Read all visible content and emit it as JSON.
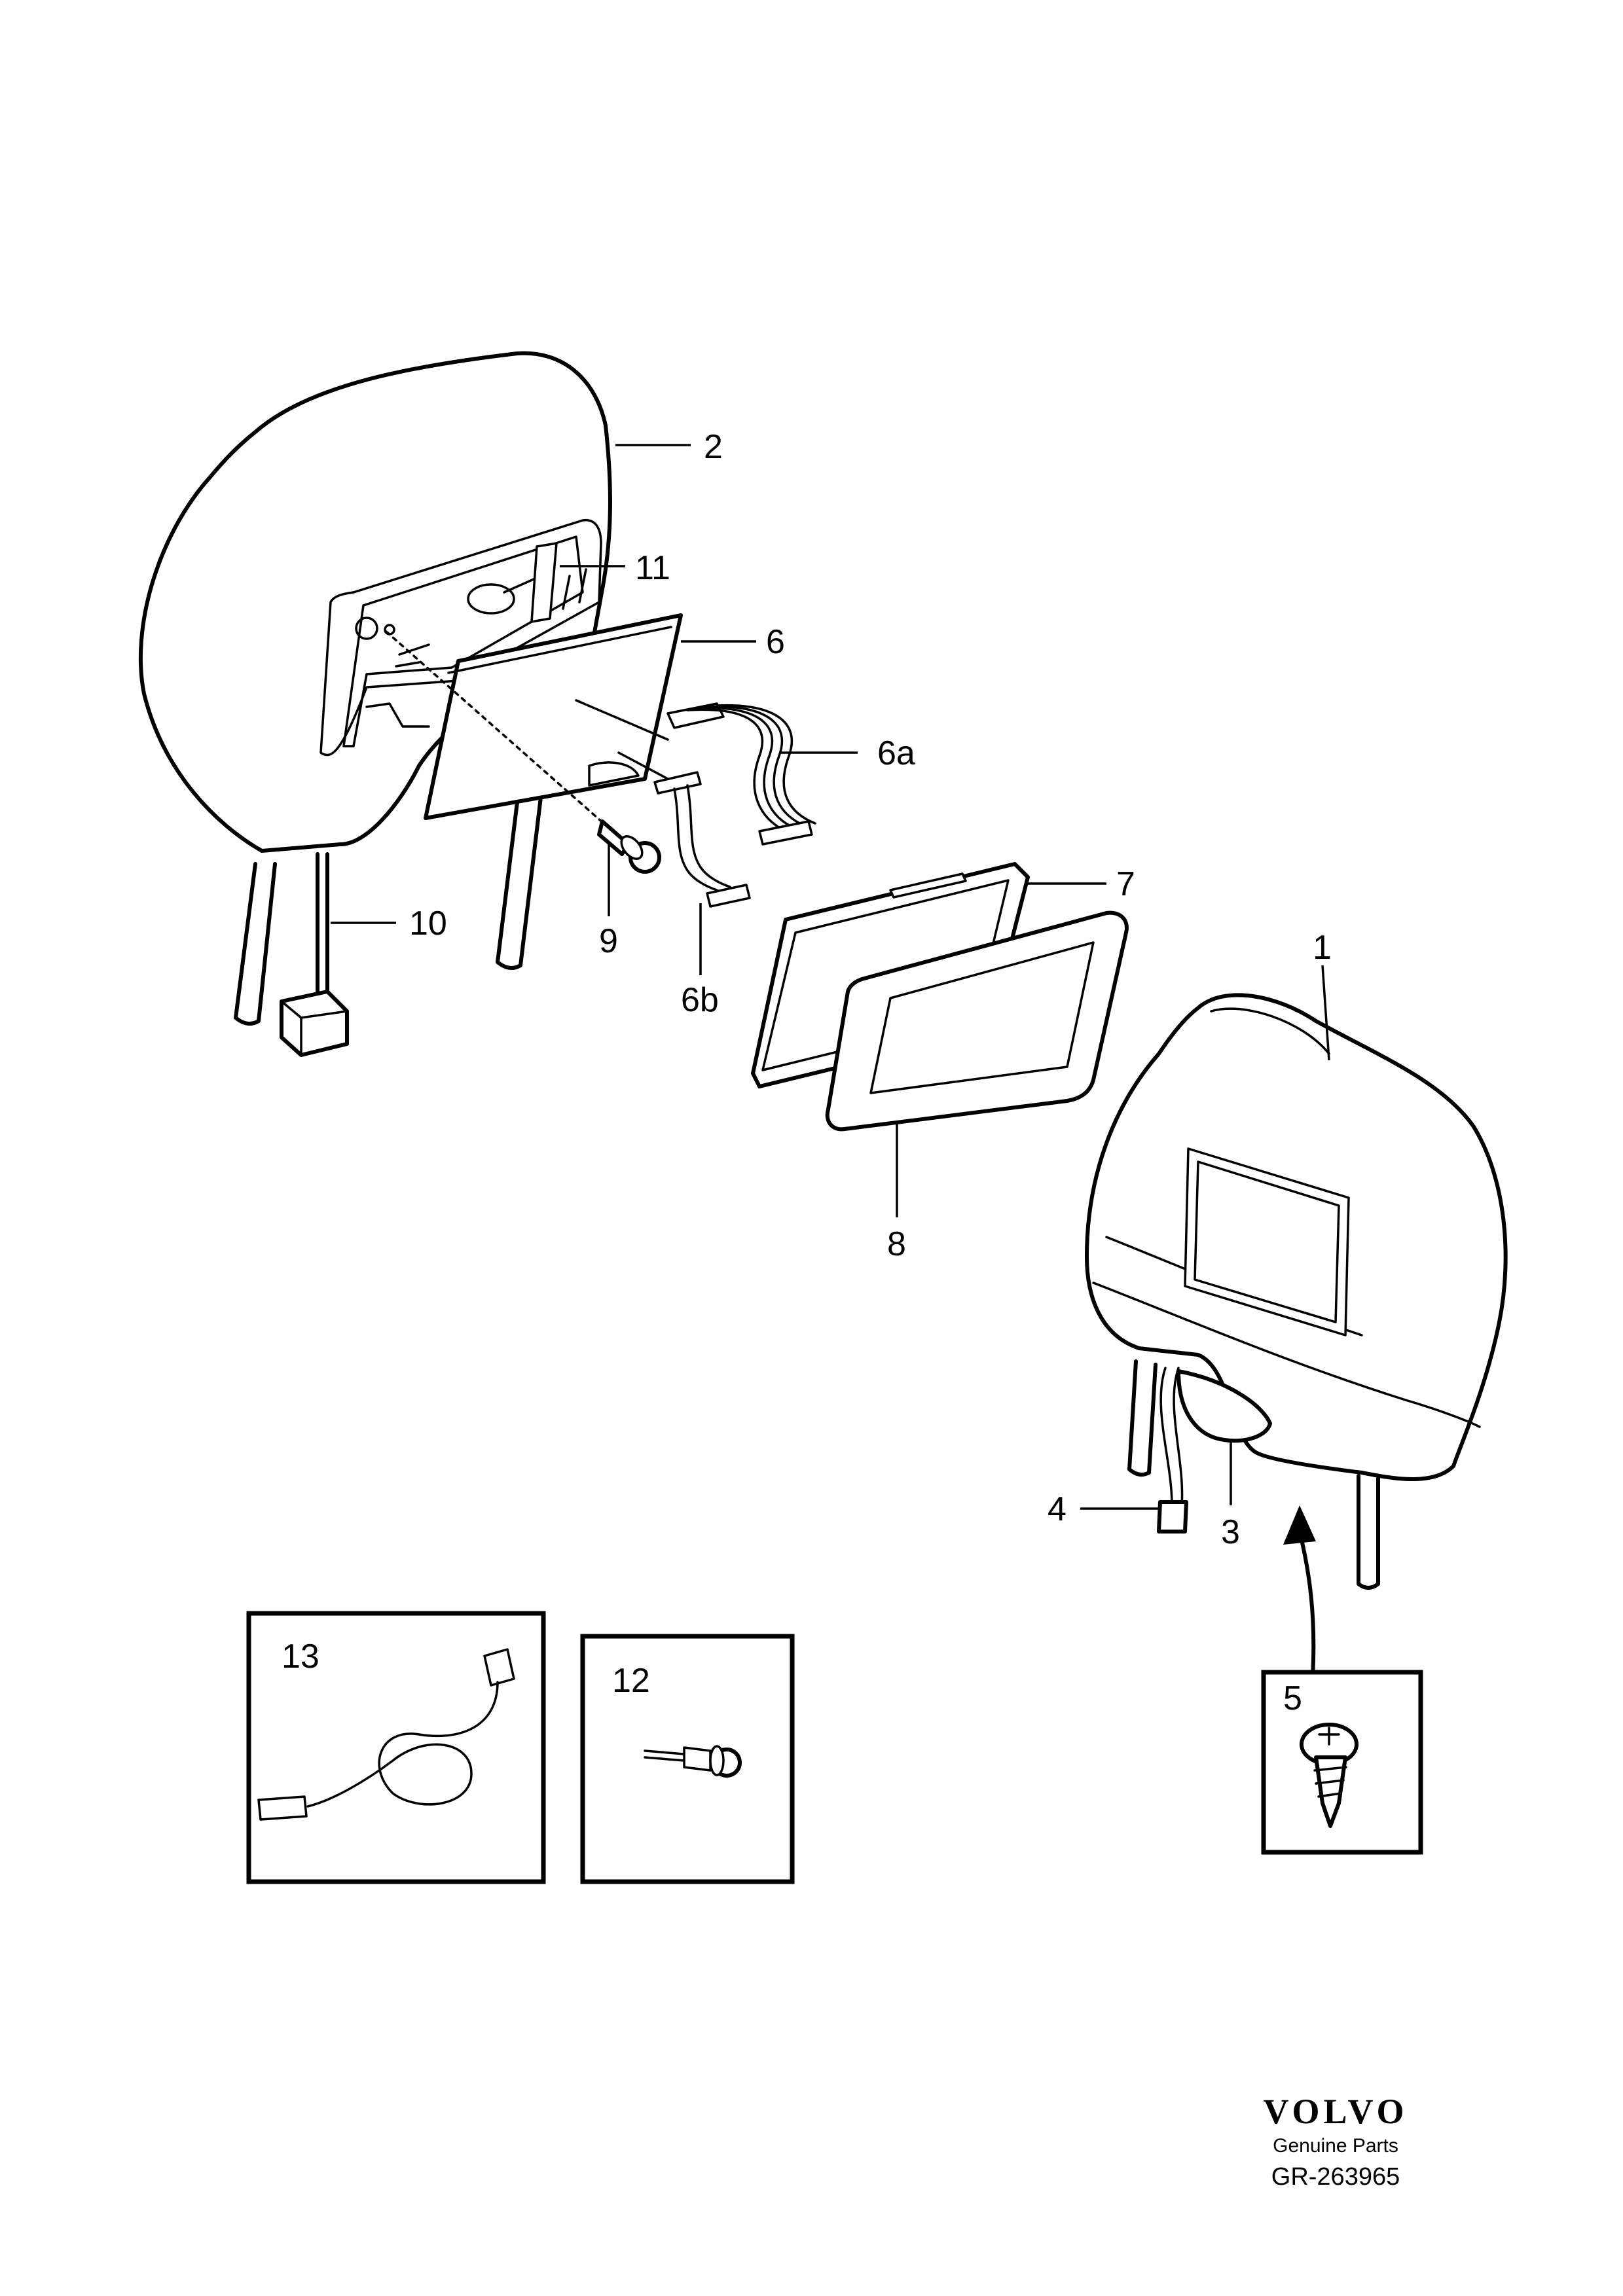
{
  "labels": {
    "l1": "1",
    "l2": "2",
    "l3": "3",
    "l4": "4",
    "l5": "5",
    "l6": "6",
    "l6a": "6a",
    "l6b": "6b",
    "l7": "7",
    "l8": "8",
    "l9": "9",
    "l10": "10",
    "l11": "11",
    "l12": "12",
    "l13": "13"
  },
  "footer": {
    "brand": "VOLVO",
    "subtitle": "Genuine Parts",
    "drawing_number": "GR-263965"
  },
  "colors": {
    "line": "#000000",
    "background": "#ffffff"
  }
}
